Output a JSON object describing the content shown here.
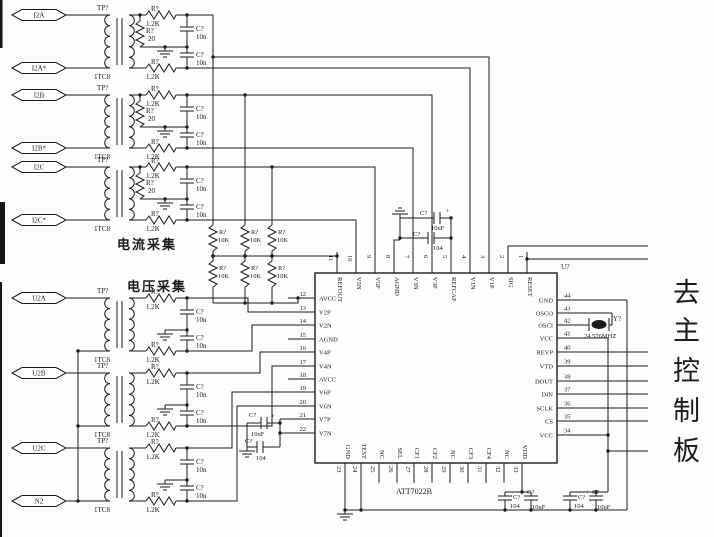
{
  "colors": {
    "ink": "#1c1c1c",
    "paper": "#fdfdfc"
  },
  "section_labels": {
    "current": "电流采集",
    "voltage": "电压采集"
  },
  "side_note": {
    "text": "去主控制板",
    "chars": [
      "去",
      "主",
      "控",
      "制",
      "板"
    ]
  },
  "inputs": {
    "current": [
      "I2A",
      "I2A*",
      "I2B",
      "I2B*",
      "I2C",
      "I2C*"
    ],
    "voltage": [
      "U2A",
      "U2B",
      "U2C",
      "N2"
    ]
  },
  "transformer": {
    "designator": "TP?",
    "part": "1TC8"
  },
  "resistors": {
    "series": {
      "designator": "R?",
      "value": "1.2K"
    },
    "burden": {
      "designator": "R?",
      "value": "20"
    },
    "network": {
      "designator": "R?",
      "value": "10K"
    }
  },
  "capacitors": {
    "filter": {
      "designator": "C?",
      "value": "10n"
    },
    "bulk": {
      "designator": "C?",
      "value": "10uF",
      "polarity": "+"
    },
    "bypass": {
      "designator": "C?",
      "value": "104"
    }
  },
  "crystal": {
    "designator": "Y?",
    "value": "24.576MHZ"
  },
  "ic": {
    "designator": "U?",
    "part": "ATT7022B",
    "pins_top": [
      {
        "num": "11",
        "name": "REFOUT"
      },
      {
        "num": "10",
        "name": "V5N"
      },
      {
        "num": "9",
        "name": "V5P"
      },
      {
        "num": "8",
        "name": "AGND"
      },
      {
        "num": "7",
        "name": "V3N"
      },
      {
        "num": "6",
        "name": "V3P"
      },
      {
        "num": "5",
        "name": "REFCAP"
      },
      {
        "num": "4",
        "name": "V1N"
      },
      {
        "num": "3",
        "name": "V1P"
      },
      {
        "num": "2",
        "name": "SIG"
      },
      {
        "num": "1",
        "name": "RESET"
      }
    ],
    "pins_left": [
      {
        "num": "12",
        "name": "AVCC"
      },
      {
        "num": "13",
        "name": "V2P"
      },
      {
        "num": "14",
        "name": "V2N"
      },
      {
        "num": "15",
        "name": "AGND"
      },
      {
        "num": "16",
        "name": "V4P"
      },
      {
        "num": "17",
        "name": "V4N"
      },
      {
        "num": "18",
        "name": "AVCC"
      },
      {
        "num": "19",
        "name": "V6P"
      },
      {
        "num": "20",
        "name": "V6N"
      },
      {
        "num": "21",
        "name": "V7P"
      },
      {
        "num": "22",
        "name": "V7N"
      }
    ],
    "pins_bottom": [
      {
        "num": "23",
        "name": "GND"
      },
      {
        "num": "24",
        "name": "TEST"
      },
      {
        "num": "25",
        "name": "NC"
      },
      {
        "num": "26",
        "name": "SEL"
      },
      {
        "num": "27",
        "name": "CF1"
      },
      {
        "num": "28",
        "name": "CF2"
      },
      {
        "num": "29",
        "name": "NC"
      },
      {
        "num": "30",
        "name": "CF3"
      },
      {
        "num": "31",
        "name": "CF4"
      },
      {
        "num": "32",
        "name": "NC"
      },
      {
        "num": "33",
        "name": "VDD"
      }
    ],
    "pins_right": [
      {
        "num": "44",
        "name": "GND"
      },
      {
        "num": "43",
        "name": "OSCO"
      },
      {
        "num": "42",
        "name": "OSCI"
      },
      {
        "num": "41",
        "name": "VCC"
      },
      {
        "num": "40",
        "name": "REVP"
      },
      {
        "num": "39",
        "name": "VTD"
      },
      {
        "num": "38",
        "name": "DOUT"
      },
      {
        "num": "37",
        "name": "DIN"
      },
      {
        "num": "36",
        "name": "SCLK"
      },
      {
        "num": "35",
        "name": "CS"
      },
      {
        "num": "34",
        "name": "VCC"
      }
    ]
  }
}
